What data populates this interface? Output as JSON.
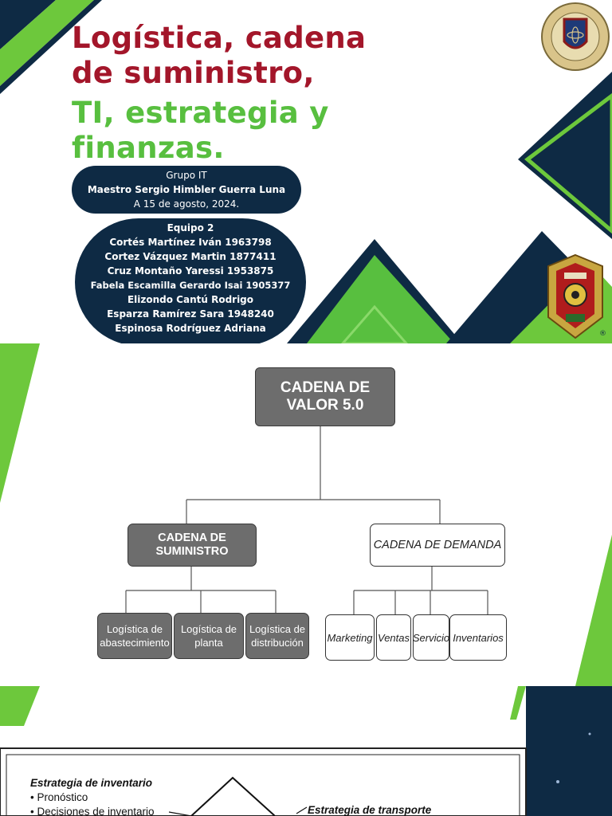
{
  "slide1": {
    "title_line1": "Logística, cadena",
    "title_line2": "de suministro,",
    "title_line3": "TI, estrategia y",
    "title_line4": "finanzas.",
    "info": {
      "group": "Grupo IT",
      "teacher": "Maestro Sergio Himbler Guerra Luna",
      "date": "A 15 de agosto, 2024."
    },
    "team": {
      "heading": "Equipo 2",
      "members": [
        "Cortés Martínez Iván 1963798",
        "Cortez Vázquez Martin 1877411",
        "Cruz Montaño Yaressi 1953875",
        "Fabela Escamilla Gerardo Isai 1905377",
        "Elizondo Cantú Rodrigo",
        "Esparza Ramírez Sara 1948240",
        "Espinosa Rodríguez Adriana"
      ]
    },
    "registered_mark": "®",
    "colors": {
      "red": "#a3162a",
      "green": "#58bf3f",
      "navy": "#0e2a44",
      "lime": "#6dc83c"
    }
  },
  "slide2": {
    "root": "CADENA DE VALOR 5.0",
    "supply": "CADENA DE SUMINISTRO",
    "demand": "CADENA DE DEMANDA",
    "supply_children": [
      "Logística de abastecimiento",
      "Logística de planta",
      "Logística de distribución"
    ],
    "demand_children": [
      "Marketing",
      "Ventas",
      "Servicio",
      "Inventarios"
    ]
  },
  "slide3": {
    "inventory_title": "Estrategia de inventario",
    "inventory_items": [
      "• Pronóstico",
      "• Decisiones de inventario"
    ],
    "transport_title": "Estrategia de transporte"
  }
}
